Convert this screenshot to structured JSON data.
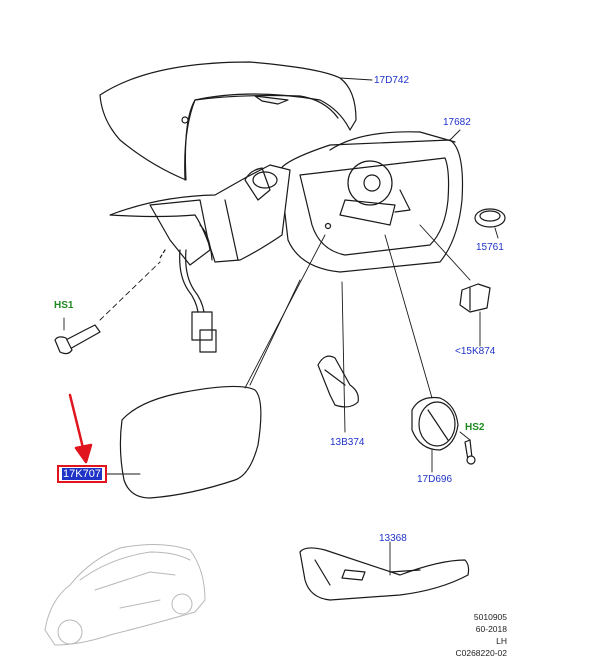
{
  "diagram": {
    "highlighted_label": "17K707",
    "callouts": {
      "mirror_cover": "17D742",
      "housing": "17682",
      "plug": "15761",
      "connector": "<15K874",
      "motor": "17D696",
      "screw_hs2": "HS2",
      "clip": "13B374",
      "bolt_hs1": "HS1",
      "glass": "17K707",
      "side_repeater": "13368"
    },
    "reference": {
      "line1": "5010905",
      "line2": "60-2018",
      "line3": "LH",
      "line4": "C0268220-02"
    },
    "colors": {
      "part_label": "#1f33c7",
      "hardware_label": "#1f8a1f",
      "highlight_box": "#e0141c",
      "arrow": "#e0141c"
    }
  }
}
